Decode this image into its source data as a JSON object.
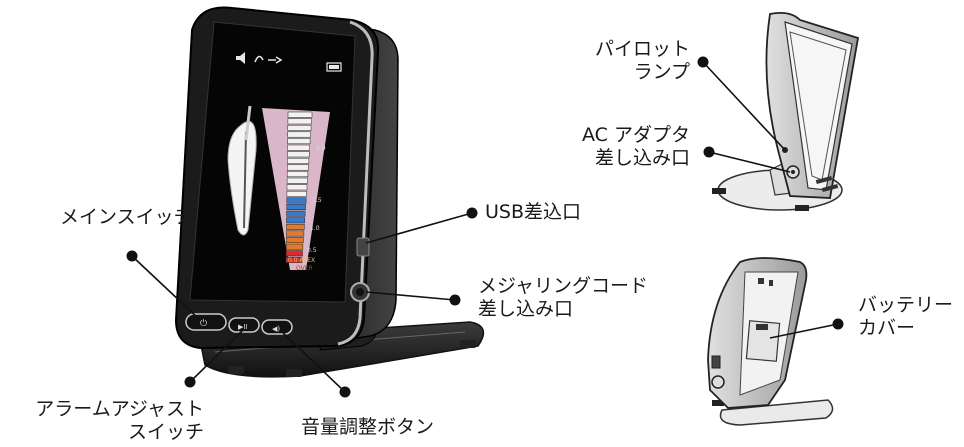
{
  "labels": {
    "main_switch": "メインスイッチ",
    "alarm_adjust_line1": "アラームアジャスト",
    "alarm_adjust_line2": "スイッチ",
    "volume_button": "音量調整ボタン",
    "usb_port": "USB差込口",
    "measuring_cord_line1": "メジャリングコード",
    "measuring_cord_line2": "差し込み口",
    "pilot_lamp_line1": "パイロット",
    "pilot_lamp_line2": "ランプ",
    "ac_adapter_line1": "AC アダプタ",
    "ac_adapter_line2": "差し込み口",
    "battery_cover_line1": "バッテリー",
    "battery_cover_line2": "カバー"
  },
  "screen": {
    "scale_labels": [
      "2.0",
      "1.5",
      "1.0",
      "0.5"
    ],
    "apex_marker": "0.0 APEX",
    "over_marker": "OVER"
  },
  "colors": {
    "device_body": "#1b1b1b",
    "screen_bg": "#050505",
    "base": "#2a2a2a",
    "scale_white": "#f2f2f2",
    "scale_blue": "#3a78c8",
    "scale_orange": "#e07b2e",
    "scale_red": "#e02a2a",
    "scale_pink": "#d9b6c8"
  }
}
